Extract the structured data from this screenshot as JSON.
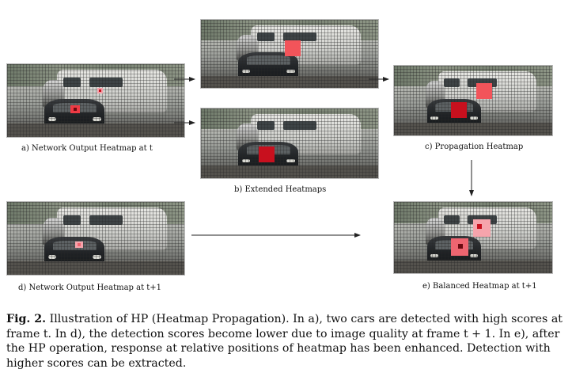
{
  "panels": {
    "a": {
      "label": "a) Network Output Heatmap at t"
    },
    "b": {
      "label": "b) Extended Heatmaps"
    },
    "c": {
      "label": "c) Propagation Heatmap"
    },
    "d": {
      "label": "d) Network Output Heatmap at t+1"
    },
    "e": {
      "label": "e) Balanced Heatmap at t+1"
    }
  },
  "caption": {
    "figure_num": "Fig. 2.",
    "text": "Illustration of HP (Heatmap Propagation). In a), two cars are detected with high scores at frame t. In d), the detection scores become lower due to image quality at frame t + 1. In e), after the HP operation, response at relative positions of heatmap has been enhanced. Detection with higher scores can be extracted."
  },
  "colors": {
    "heat_light": "#f2545a",
    "heat_dark": "#c8101e",
    "heat_pale": "#f6a4ac",
    "heat_mid": "#ee6570"
  }
}
